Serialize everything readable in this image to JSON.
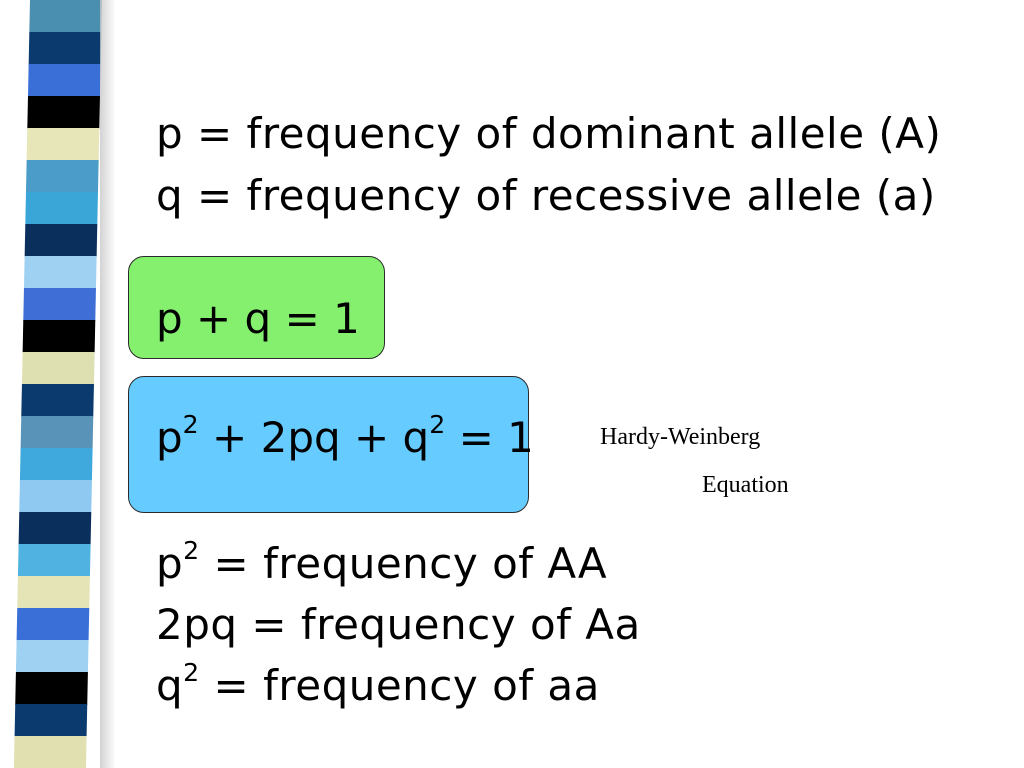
{
  "definitions": {
    "p_def": "p = frequency of dominant allele (A)",
    "q_def": "q = frequency of recessive allele (a)"
  },
  "allele_equation": "p + q = 1",
  "hw_equation": {
    "p": "p",
    "p_exp": "2",
    "middle": " + 2pq + q",
    "q_exp": "2",
    "end": " = 1"
  },
  "hw_label": {
    "line1": "Hardy-Weinberg",
    "line2": "Equation"
  },
  "genotypes": {
    "aa_dom": {
      "base": "p",
      "exp": "2",
      "rest": " = frequency of AA"
    },
    "het": {
      "text": "2pq = frequency of Aa"
    },
    "aa_rec": {
      "base": "q",
      "exp": "2",
      "rest": " = frequency of aa"
    }
  },
  "colors": {
    "green_box": "#84f06e",
    "blue_box": "#66ccff",
    "stripes": [
      "#4a8fb0",
      "#0a3a6e",
      "#3a6fd8",
      "#000000",
      "#e6e6b8",
      "#4b9cc8",
      "#3aa6d8",
      "#0b2f5c",
      "#9fd2f2",
      "#3f6fd6",
      "#000000",
      "#dfe0b2",
      "#0a3a6e",
      "#5a93b8",
      "#3fa8dc",
      "#8fc8f0",
      "#0b2f5c",
      "#4fb2e0",
      "#e4e4b6",
      "#3a6fd8",
      "#9fd2f2",
      "#000000",
      "#0a3a6e",
      "#e0e0b0"
    ]
  }
}
